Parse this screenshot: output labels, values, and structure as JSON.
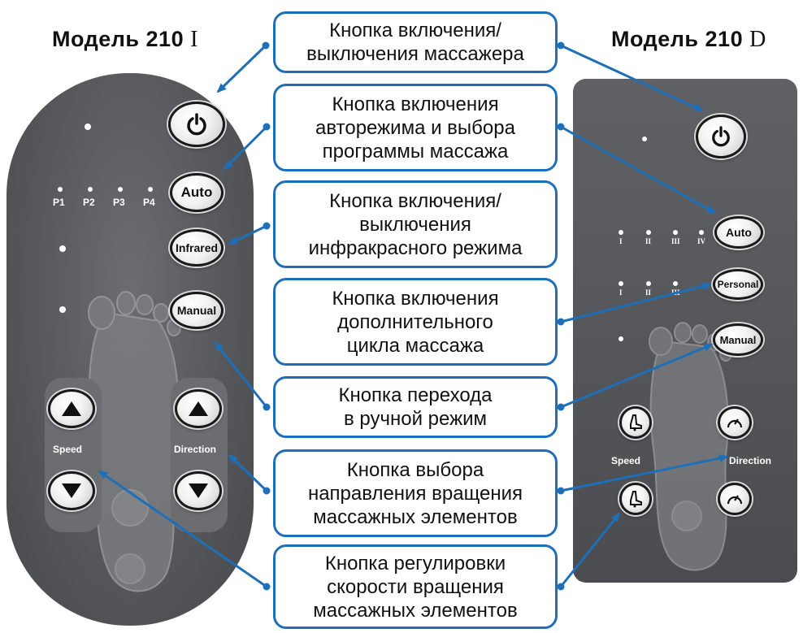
{
  "models": {
    "left": {
      "title": "Модель 210",
      "suffix": "I"
    },
    "right": {
      "title": "Модель 210",
      "suffix": "D"
    }
  },
  "left_panel": {
    "power_icon": "power-icon",
    "auto_label": "Auto",
    "infrared_label": "Infrared",
    "manual_label": "Manual",
    "program_labels": [
      "P1",
      "P2",
      "P3",
      "P4"
    ],
    "speed_label": "Speed",
    "direction_label": "Direction"
  },
  "right_panel": {
    "power_icon": "power-icon",
    "auto_label": "Auto",
    "personal_label": "Personal",
    "manual_label": "Manual",
    "auto_roman": [
      "I",
      "II",
      "III",
      "IV"
    ],
    "personal_roman": [
      "I",
      "II",
      "III"
    ],
    "speed_label": "Speed",
    "direction_label": "Direction"
  },
  "callouts": [
    {
      "lines": [
        "Кнопка включения/",
        "выключения массажера"
      ]
    },
    {
      "lines": [
        "Кнопка включения",
        "авторежима и выбора",
        "программы массажа"
      ]
    },
    {
      "lines": [
        "Кнопка включения/",
        "выключения",
        "инфракрасного режима"
      ]
    },
    {
      "lines": [
        "Кнопка включения",
        "дополнительного",
        "цикла массажа"
      ]
    },
    {
      "lines": [
        "Кнопка перехода",
        "в ручной режим"
      ]
    },
    {
      "lines": [
        "Кнопка выбора",
        "направления вращения",
        "массажных элементов"
      ]
    },
    {
      "lines": [
        "Кнопка регулировки",
        "скорости вращения",
        "массажных элементов"
      ]
    }
  ],
  "colors": {
    "arrow": "#1f6fb8",
    "panel": "#56585b",
    "callout_border": "#1f6fb8"
  }
}
